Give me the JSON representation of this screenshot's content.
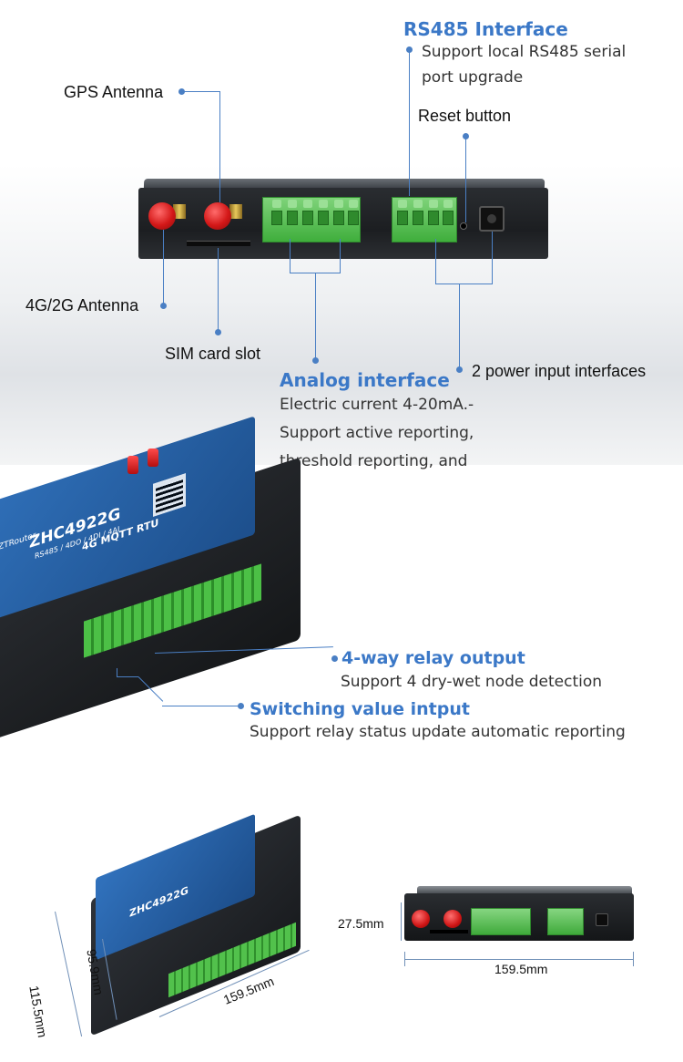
{
  "callouts": {
    "rs485": {
      "title": "RS485 Interface",
      "desc_lines": [
        "Support local RS485 serial",
        "port upgrade"
      ]
    },
    "gps_antenna": "GPS Antenna",
    "reset_button": "Reset button",
    "antenna_4g2g": "4G/2G Antenna",
    "sim_slot": "SIM card slot",
    "analog": {
      "title": "Analog interface",
      "desc_lines": [
        "Electric current 4-20mA.-",
        "Support active reporting,",
        "threshold reporting, and"
      ]
    },
    "power": "2 power input interfaces",
    "relay": {
      "title": "4-way relay output",
      "desc": "Support 4 dry-wet node detection"
    },
    "switching": {
      "title": "Switching value intput",
      "desc": "Support relay status update automatic reporting"
    }
  },
  "device": {
    "model": "ZHC4922G",
    "spec_line": "RS485 / 4DO / 4DI / 4AI",
    "subtitle": "4G MQTT RTU",
    "brand": "ZTRouter"
  },
  "dimensions": {
    "length": "159.5mm",
    "width_inner": "95.9mm",
    "width_outer": "115.5mm",
    "height": "27.5mm",
    "front_length": "159.5mm"
  },
  "colors": {
    "accent": "#3b78c7",
    "line": "#4a7fc4",
    "terminal_green": "#3fae3c",
    "antenna_red": "#d41818",
    "panel_blue": "#2f6fb8"
  }
}
